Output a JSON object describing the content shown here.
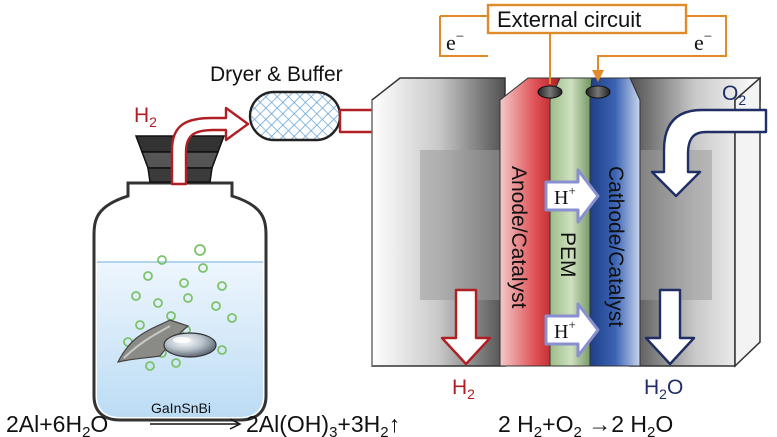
{
  "labels": {
    "dryer": "Dryer & Buffer",
    "h2_bottle": "H",
    "h2_bottle_sub": "2",
    "h2_cell": "H",
    "h2_cell_sub": "2",
    "o2": "O",
    "o2_sub": "2",
    "external_circuit": "External circuit",
    "e_left": "e",
    "e_right": "e",
    "e_sup": "−",
    "anode": "Anode/Catalyst",
    "pem": "PEM",
    "cathode": "Cathode/Catalyst",
    "hplus": "H",
    "hplus_sup": "+",
    "h2_out": "H",
    "h2_out_sub": "2",
    "h2o_out_a": "H",
    "h2o_out_sub": "2",
    "h2o_out_b": "O"
  },
  "equations": {
    "left_a": "2Al+6H",
    "left_a_sub": "2",
    "left_b": "O",
    "catalyst": "GaInSnBi",
    "right_a": "2Al(OH)",
    "right_a_sub": "3",
    "right_b": "+3H",
    "right_b_sub": "2",
    "right_c": "↑",
    "cell_a": "2 H",
    "cell_a_sub": "2",
    "cell_b": "+O",
    "cell_b_sub": "2",
    "cell_c": " →2 H",
    "cell_c_sub": "2",
    "cell_d": "O"
  },
  "colors": {
    "hydrogen_arrow": "#b01f24",
    "oxygen_arrow": "#1f2f66",
    "circuit": "#e08a2a",
    "anode": "#d93a3f",
    "pem": "#7fa06a",
    "cathode": "#2a4f9c",
    "proton_arrow": "#8a8fd0",
    "bubble": "#7cc26a"
  }
}
